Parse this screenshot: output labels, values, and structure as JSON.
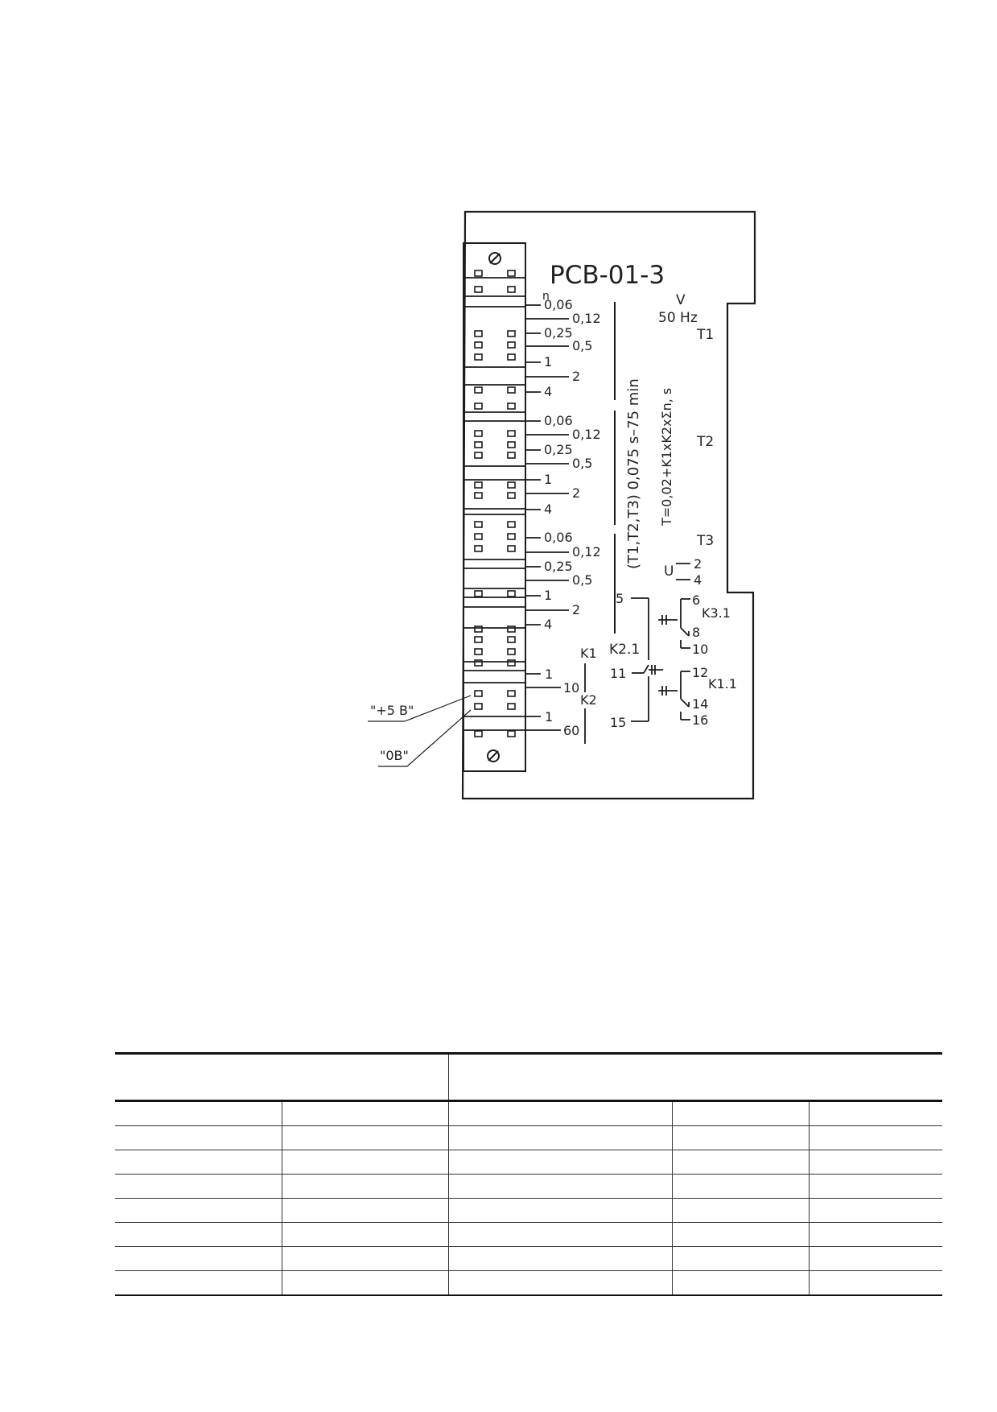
{
  "device": {
    "title": "PCB-01-3",
    "voltage_unit": "V",
    "frequency": "50 Hz",
    "n_label": "n",
    "range_label": "(T1,T2,T3)  0,075 s–75 min",
    "formula": "T=0,02+K1xK2xΣn, s",
    "t1": "T1",
    "t2": "T2",
    "t3": "T3",
    "u_label": "U",
    "u_terminals": [
      "2",
      "4"
    ],
    "group_t1": [
      "0,06",
      "0,12",
      "0,25",
      "0,5",
      "1",
      "2",
      "4"
    ],
    "group_t2": [
      "0,06",
      "0,12",
      "0,25",
      "0,5",
      "1",
      "2",
      "4"
    ],
    "group_t3": [
      "0,06",
      "0,12",
      "0,25",
      "0,5",
      "1",
      "2",
      "4"
    ],
    "k1_label": "K1",
    "k1_values": [
      "1",
      "10"
    ],
    "k2_label": "K2",
    "k2_values": [
      "1",
      "60"
    ],
    "plus5": "\"+5 B\"",
    "zero": "\"0B\"",
    "k21": {
      "label": "K2.1",
      "terminals": [
        "5",
        "11",
        "15"
      ]
    },
    "k31": {
      "label": "K3.1",
      "terminals": [
        "6",
        "8",
        "10"
      ]
    },
    "k11": {
      "label": "K1.1",
      "terminals": [
        "12",
        "14",
        "16"
      ]
    }
  },
  "table": {
    "columns": 5,
    "rows": 8
  }
}
